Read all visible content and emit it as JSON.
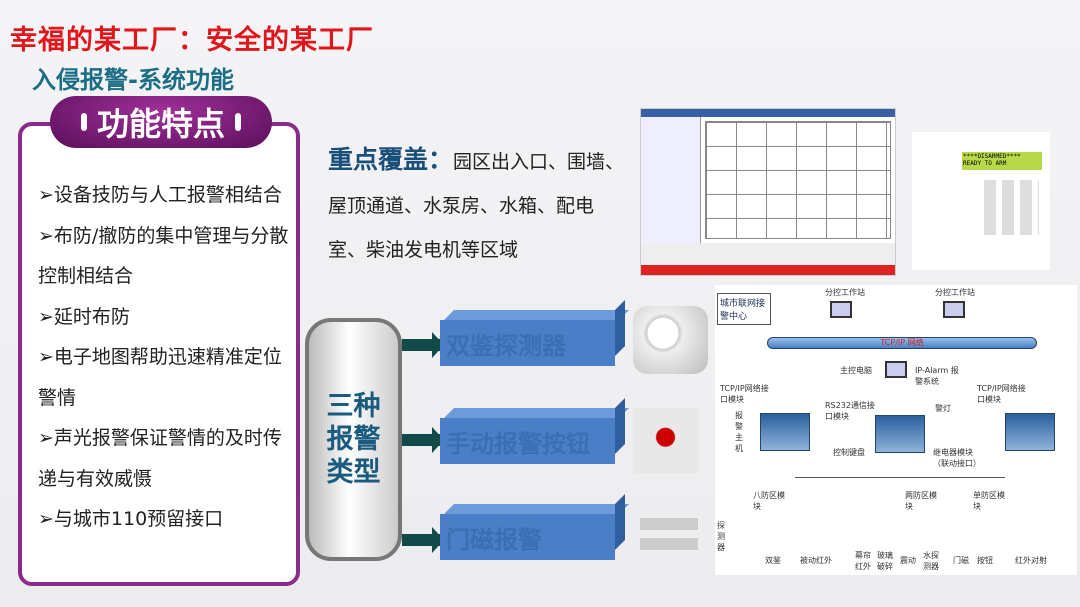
{
  "title": "幸福的某工厂：安全的某工厂",
  "subtitle": "入侵报警-系统功能",
  "features": {
    "heading": "功能特点",
    "items": [
      "➢设备技防与人工报警相结合",
      "➢布防/撤防的集中管理与分散控制相结合",
      "➢延时布防",
      "➢电子地图帮助迅速精准定位警情",
      "➢声光报警保证警情的及时传递与有效威慑",
      "➢与城市110预留接口"
    ]
  },
  "coverage": {
    "label": "重点覆盖：",
    "text": "园区出入口、围墙、屋顶通道、水泵房、水箱、配电室、柴油发电机等区域"
  },
  "alarm_types": {
    "label": "三种报警类型",
    "items": [
      "双鉴探测器",
      "手动报警按钮",
      "门磁报警"
    ]
  },
  "keypad": {
    "display": "****DISARMED**** READY TO ARM"
  },
  "diagram": {
    "center": "城市联网接警中心",
    "workstation1": "分控工作站",
    "workstation2": "分控工作站",
    "network": "TCP/IP 网络",
    "main_pc": "主控电脑",
    "ip_alarm": "IP-Alarm 报警系统",
    "tcp_module1": "TCP/IP网络接口模块",
    "tcp_module2": "TCP/IP网络接口模块",
    "host": "报警主机",
    "rs232": "RS232通信接口模块",
    "light": "警灯",
    "keyboard": "控制键盘",
    "relay": "继电器模块（联动接口）",
    "zone8": "八防区模块",
    "zone2": "两防区模块",
    "zone1": "单防区模块",
    "detector": "探测器",
    "dual": "双鉴",
    "pir": "被动红外",
    "curtain": "幕帘红外",
    "glass": "玻璃破碎",
    "vibration": "震动",
    "water": "水探测器",
    "door": "门磁",
    "button": "按钮",
    "beam": "红外对射"
  }
}
